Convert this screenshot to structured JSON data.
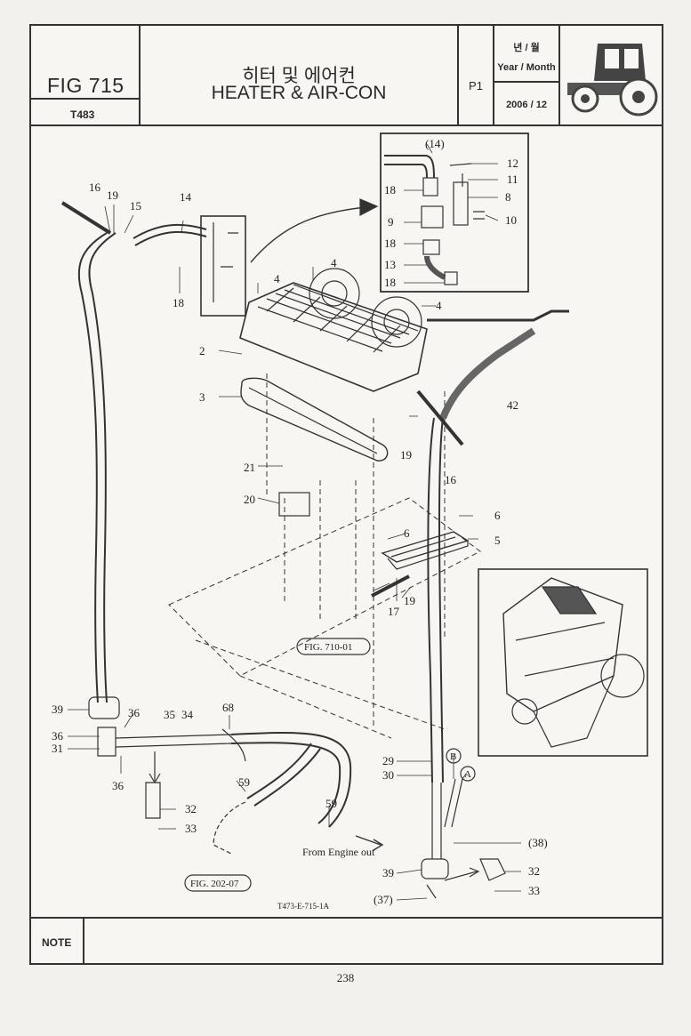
{
  "header": {
    "fig_number": "FIG 715",
    "model": "T483",
    "title_korean": "히터 및 에어컨",
    "title_english": "HEATER & AIR-CON",
    "page_code": "P1",
    "year_month_korean": "년 / 월",
    "year_month_label": "Year / Month",
    "year_month_value": "2006 / 12",
    "tractor_icon": "tractor-icon"
  },
  "diagram": {
    "part_labels": [
      "16",
      "19",
      "15",
      "14",
      "18",
      "4",
      "4",
      "4",
      "2",
      "3",
      "(14)",
      "12",
      "11",
      "18",
      "8",
      "9",
      "10",
      "18",
      "13",
      "18",
      "42",
      "19",
      "16",
      "21",
      "20",
      "6",
      "6",
      "5",
      "17",
      "19",
      "39",
      "36",
      "35",
      "34",
      "68",
      "36",
      "31",
      "36",
      "32",
      "33",
      "59",
      "59",
      "29",
      "30",
      "B",
      "A",
      "(38)",
      "39",
      "32",
      "33",
      "(37)"
    ],
    "fig_references": [
      "FIG. 710-01",
      "FIG. 202-07"
    ],
    "annotation": "From Engine out",
    "drawing_code": "T473-E-715-1A"
  },
  "footer": {
    "note_label": "NOTE",
    "page_number": "238"
  }
}
